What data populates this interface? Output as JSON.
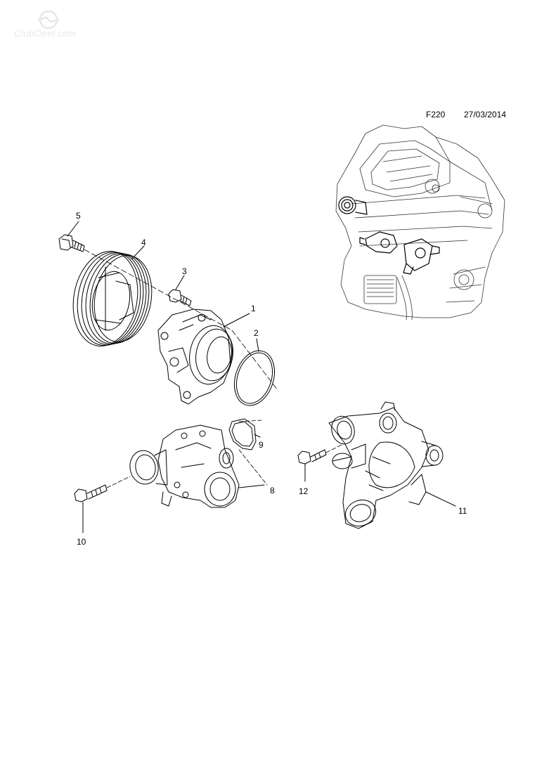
{
  "watermark": {
    "text": "ClubOpel.com"
  },
  "header": {
    "code": "F220",
    "date": "27/03/2014"
  },
  "callouts": [
    "1",
    "2",
    "3",
    "4",
    "5",
    "8",
    "9",
    "10",
    "11",
    "12"
  ]
}
